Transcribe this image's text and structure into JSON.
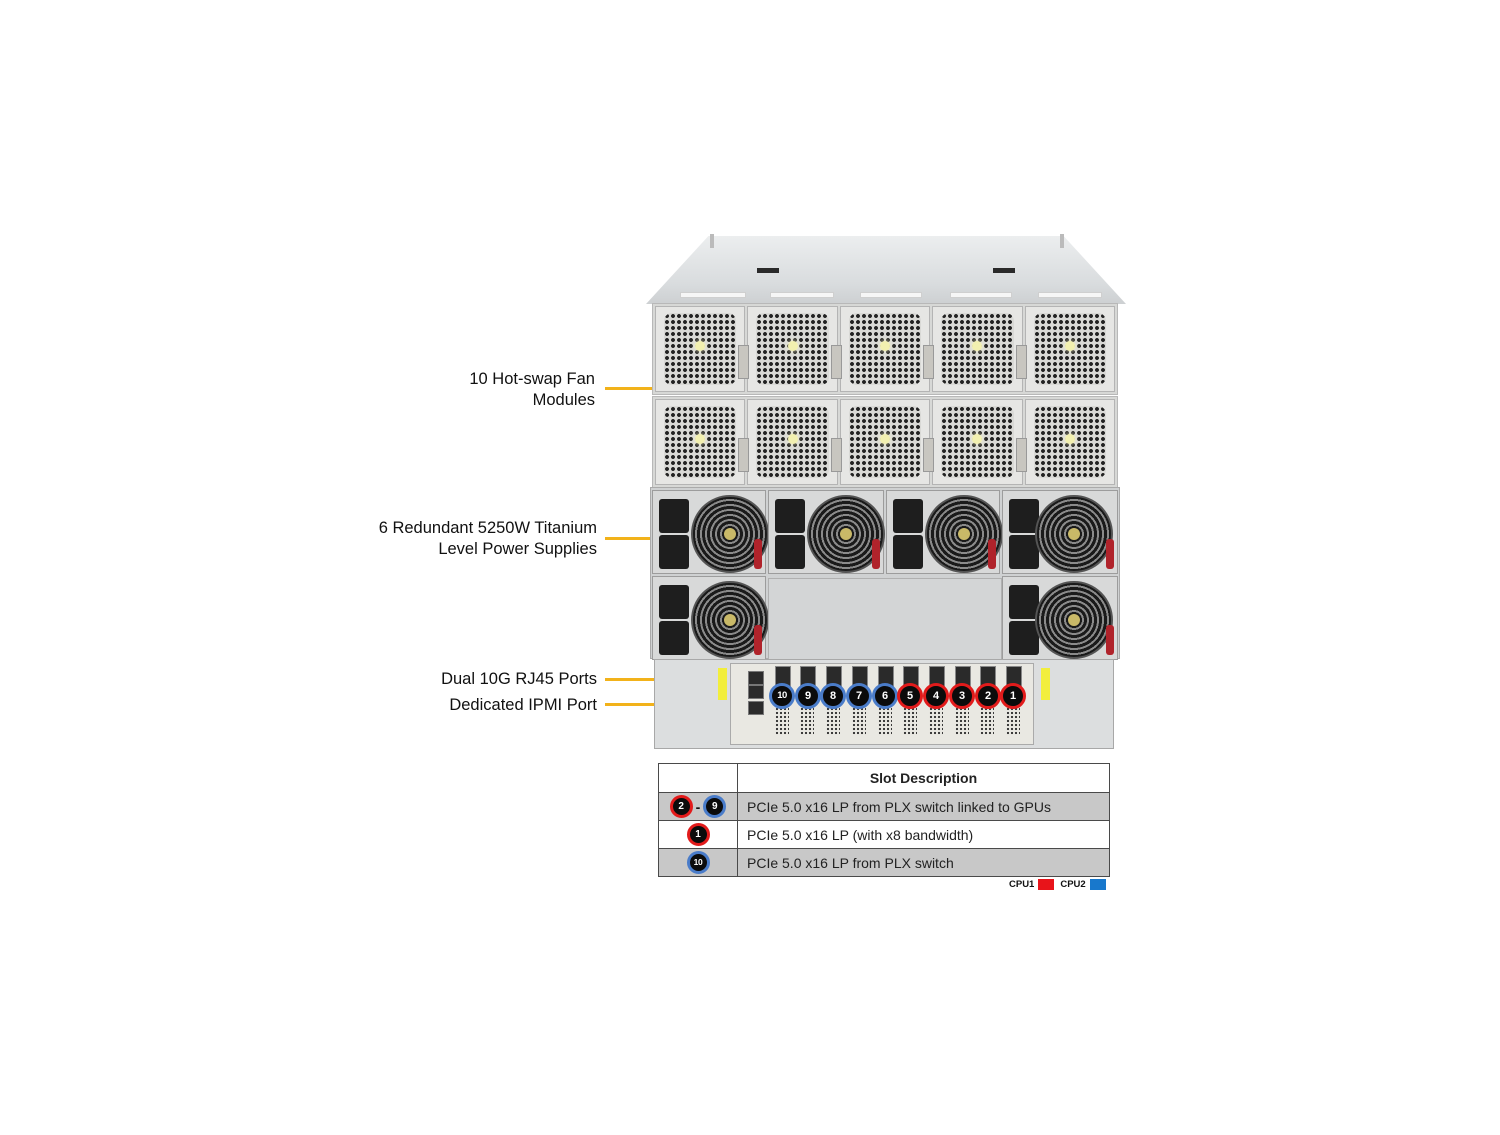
{
  "callouts": {
    "fans": {
      "line1": "10 Hot-swap Fan",
      "line2": "Modules"
    },
    "psu": {
      "line1": "6 Redundant 5250W Titanium",
      "line2": "Level Power Supplies"
    },
    "rj45": "Dual 10G RJ45 Ports",
    "ipmi": "Dedicated IPMI Port"
  },
  "colors": {
    "callout_line": "#f2b21a",
    "cpu1": "#e21b1b",
    "cpu2": "#4a7cc9",
    "table_shade": "#c8c8c8"
  },
  "pcie_slots": [
    {
      "number": "10",
      "cpu": "CPU2"
    },
    {
      "number": "9",
      "cpu": "CPU2"
    },
    {
      "number": "8",
      "cpu": "CPU2"
    },
    {
      "number": "7",
      "cpu": "CPU2"
    },
    {
      "number": "6",
      "cpu": "CPU2"
    },
    {
      "number": "5",
      "cpu": "CPU1"
    },
    {
      "number": "4",
      "cpu": "CPU1"
    },
    {
      "number": "3",
      "cpu": "CPU1"
    },
    {
      "number": "2",
      "cpu": "CPU1"
    },
    {
      "number": "1",
      "cpu": "CPU1"
    }
  ],
  "slot_table": {
    "header": "Slot Description",
    "rows": [
      {
        "slots_from": "2",
        "range_sep": "-",
        "slots_to": "9",
        "description": "PCIe 5.0 x16 LP from PLX switch linked to GPUs"
      },
      {
        "slot": "1",
        "description": "PCIe 5.0 x16 LP (with x8 bandwidth)"
      },
      {
        "slot": "10",
        "description": "PCIe 5.0 x16 LP from PLX switch"
      }
    ]
  },
  "legend": {
    "cpu1_label": "CPU1",
    "cpu2_label": "CPU2"
  }
}
